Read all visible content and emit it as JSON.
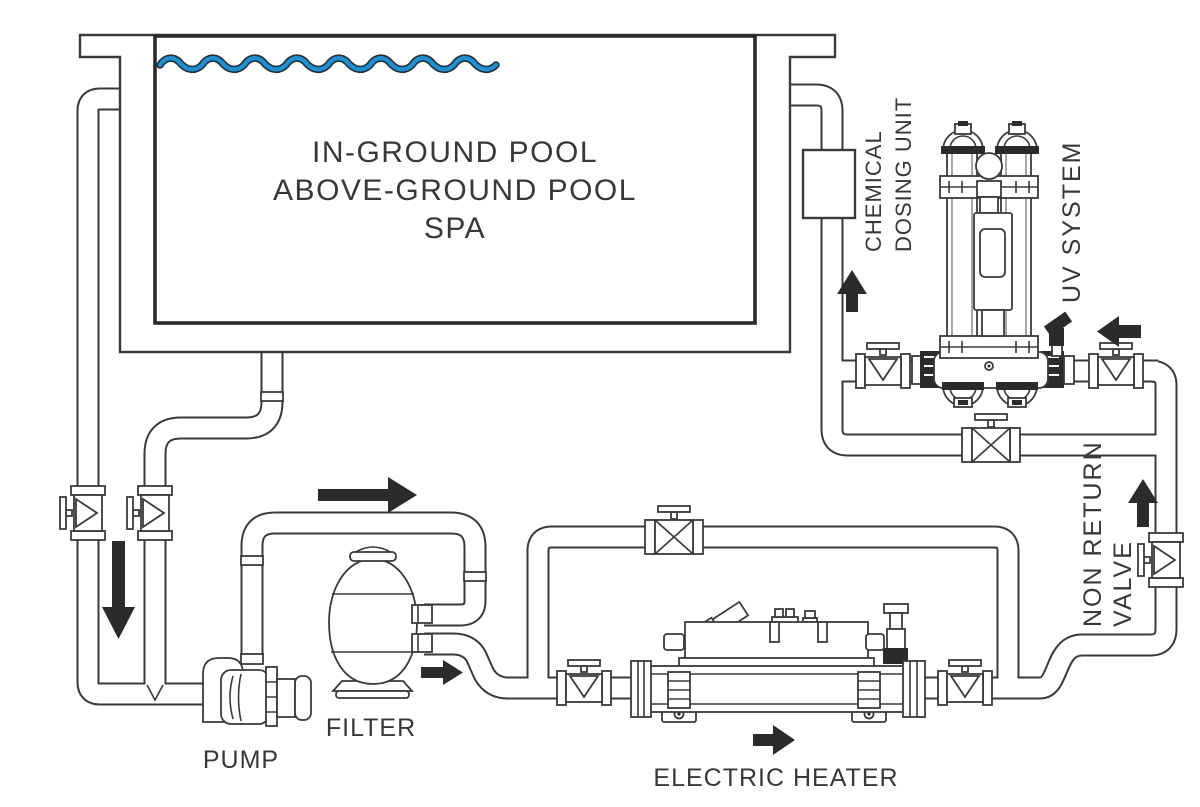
{
  "labels": {
    "pool": {
      "line1": "IN-GROUND POOL",
      "line2": "ABOVE-GROUND POOL",
      "line3": "SPA"
    },
    "pump": "PUMP",
    "filter": "FILTER",
    "electric_heater": "ELECTRIC HEATER",
    "chemical_dosing": {
      "line1": "CHEMICAL",
      "line2": "DOSING UNIT"
    },
    "uv_system": "UV SYSTEM",
    "non_return_valve": {
      "line1": "NON RETURN",
      "line2": "VALVE"
    }
  },
  "colors": {
    "line": "#3a3a3a",
    "text": "#383838",
    "water_blue": "#1f8fd1",
    "water_edge": "#25313a",
    "arrow": "#2b2b2b",
    "background": "#ffffff"
  },
  "flow_arrows": [
    {
      "direction": "down",
      "at": "pool-suction-line"
    },
    {
      "direction": "right",
      "at": "pump-discharge-arch"
    },
    {
      "direction": "right",
      "at": "filter-outlet"
    },
    {
      "direction": "right",
      "at": "heater-outlet"
    },
    {
      "direction": "up",
      "at": "non-return-riser"
    },
    {
      "direction": "left",
      "at": "uv-system-inlet"
    },
    {
      "direction": "up",
      "at": "chemical-dosing-return"
    }
  ],
  "equipment": [
    "pool",
    "pump",
    "filter",
    "electric-heater",
    "chemical-dosing-unit",
    "uv-system",
    "non-return-valve",
    "gate-valves-x6",
    "bypass-valves-x2"
  ]
}
